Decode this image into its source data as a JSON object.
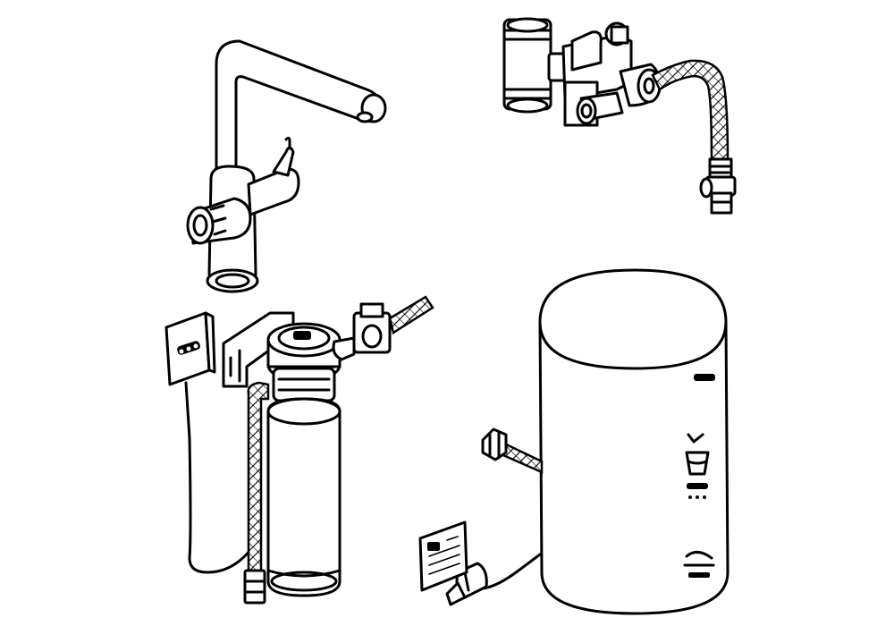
{
  "figure": {
    "kind": "installation components illustration",
    "components": [
      "faucet",
      "mixing-valve",
      "filter-unit",
      "boiler"
    ],
    "colors": {
      "line": "#000000",
      "background": "#ffffff"
    }
  }
}
